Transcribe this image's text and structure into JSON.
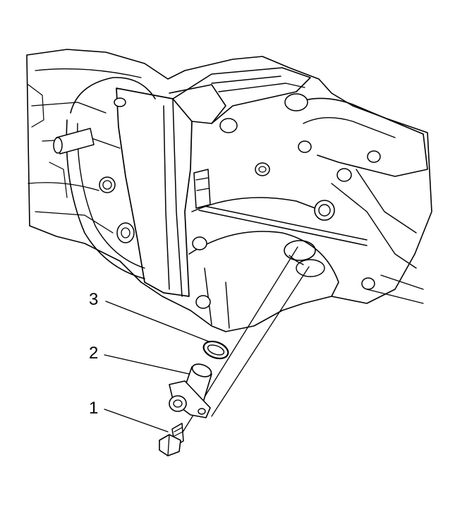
{
  "callouts": [
    {
      "number": "1",
      "part": "bolt"
    },
    {
      "number": "2",
      "part": "sensor"
    },
    {
      "number": "3",
      "part": "o-ring seal"
    }
  ],
  "colors": {
    "ink": "#000000",
    "background": "#ffffff"
  }
}
